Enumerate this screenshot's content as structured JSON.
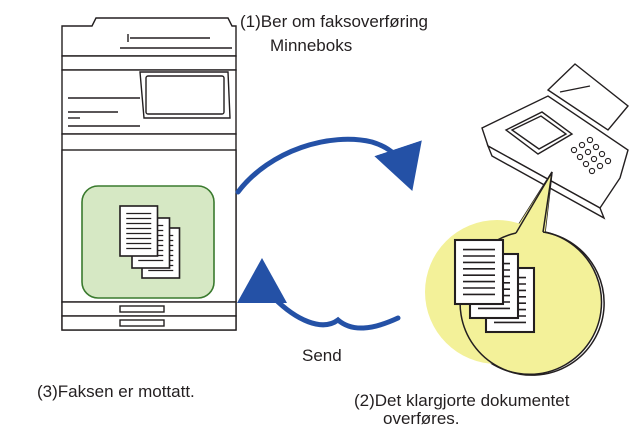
{
  "step1": {
    "number": "(1)",
    "line1": "Ber om faksoverføring",
    "line2": "Minneboks"
  },
  "step2": {
    "number": "(2)",
    "line1": "Det klargjorte dokumentet",
    "line2": "overføres."
  },
  "step3": {
    "number": "(3)",
    "text": "Faksen er mottatt."
  },
  "send_label": "Send",
  "colors": {
    "arrow": "#2451a6",
    "machine_tray_fill": "#d6e8c4",
    "machine_tray_stroke": "#3a7a2e",
    "fax_bubble_fill": "#f3f199",
    "outline": "#231f20"
  },
  "icons": [
    "mfp-machine-icon",
    "fax-machine-icon",
    "document-stack-icon",
    "curved-arrow-icon"
  ]
}
